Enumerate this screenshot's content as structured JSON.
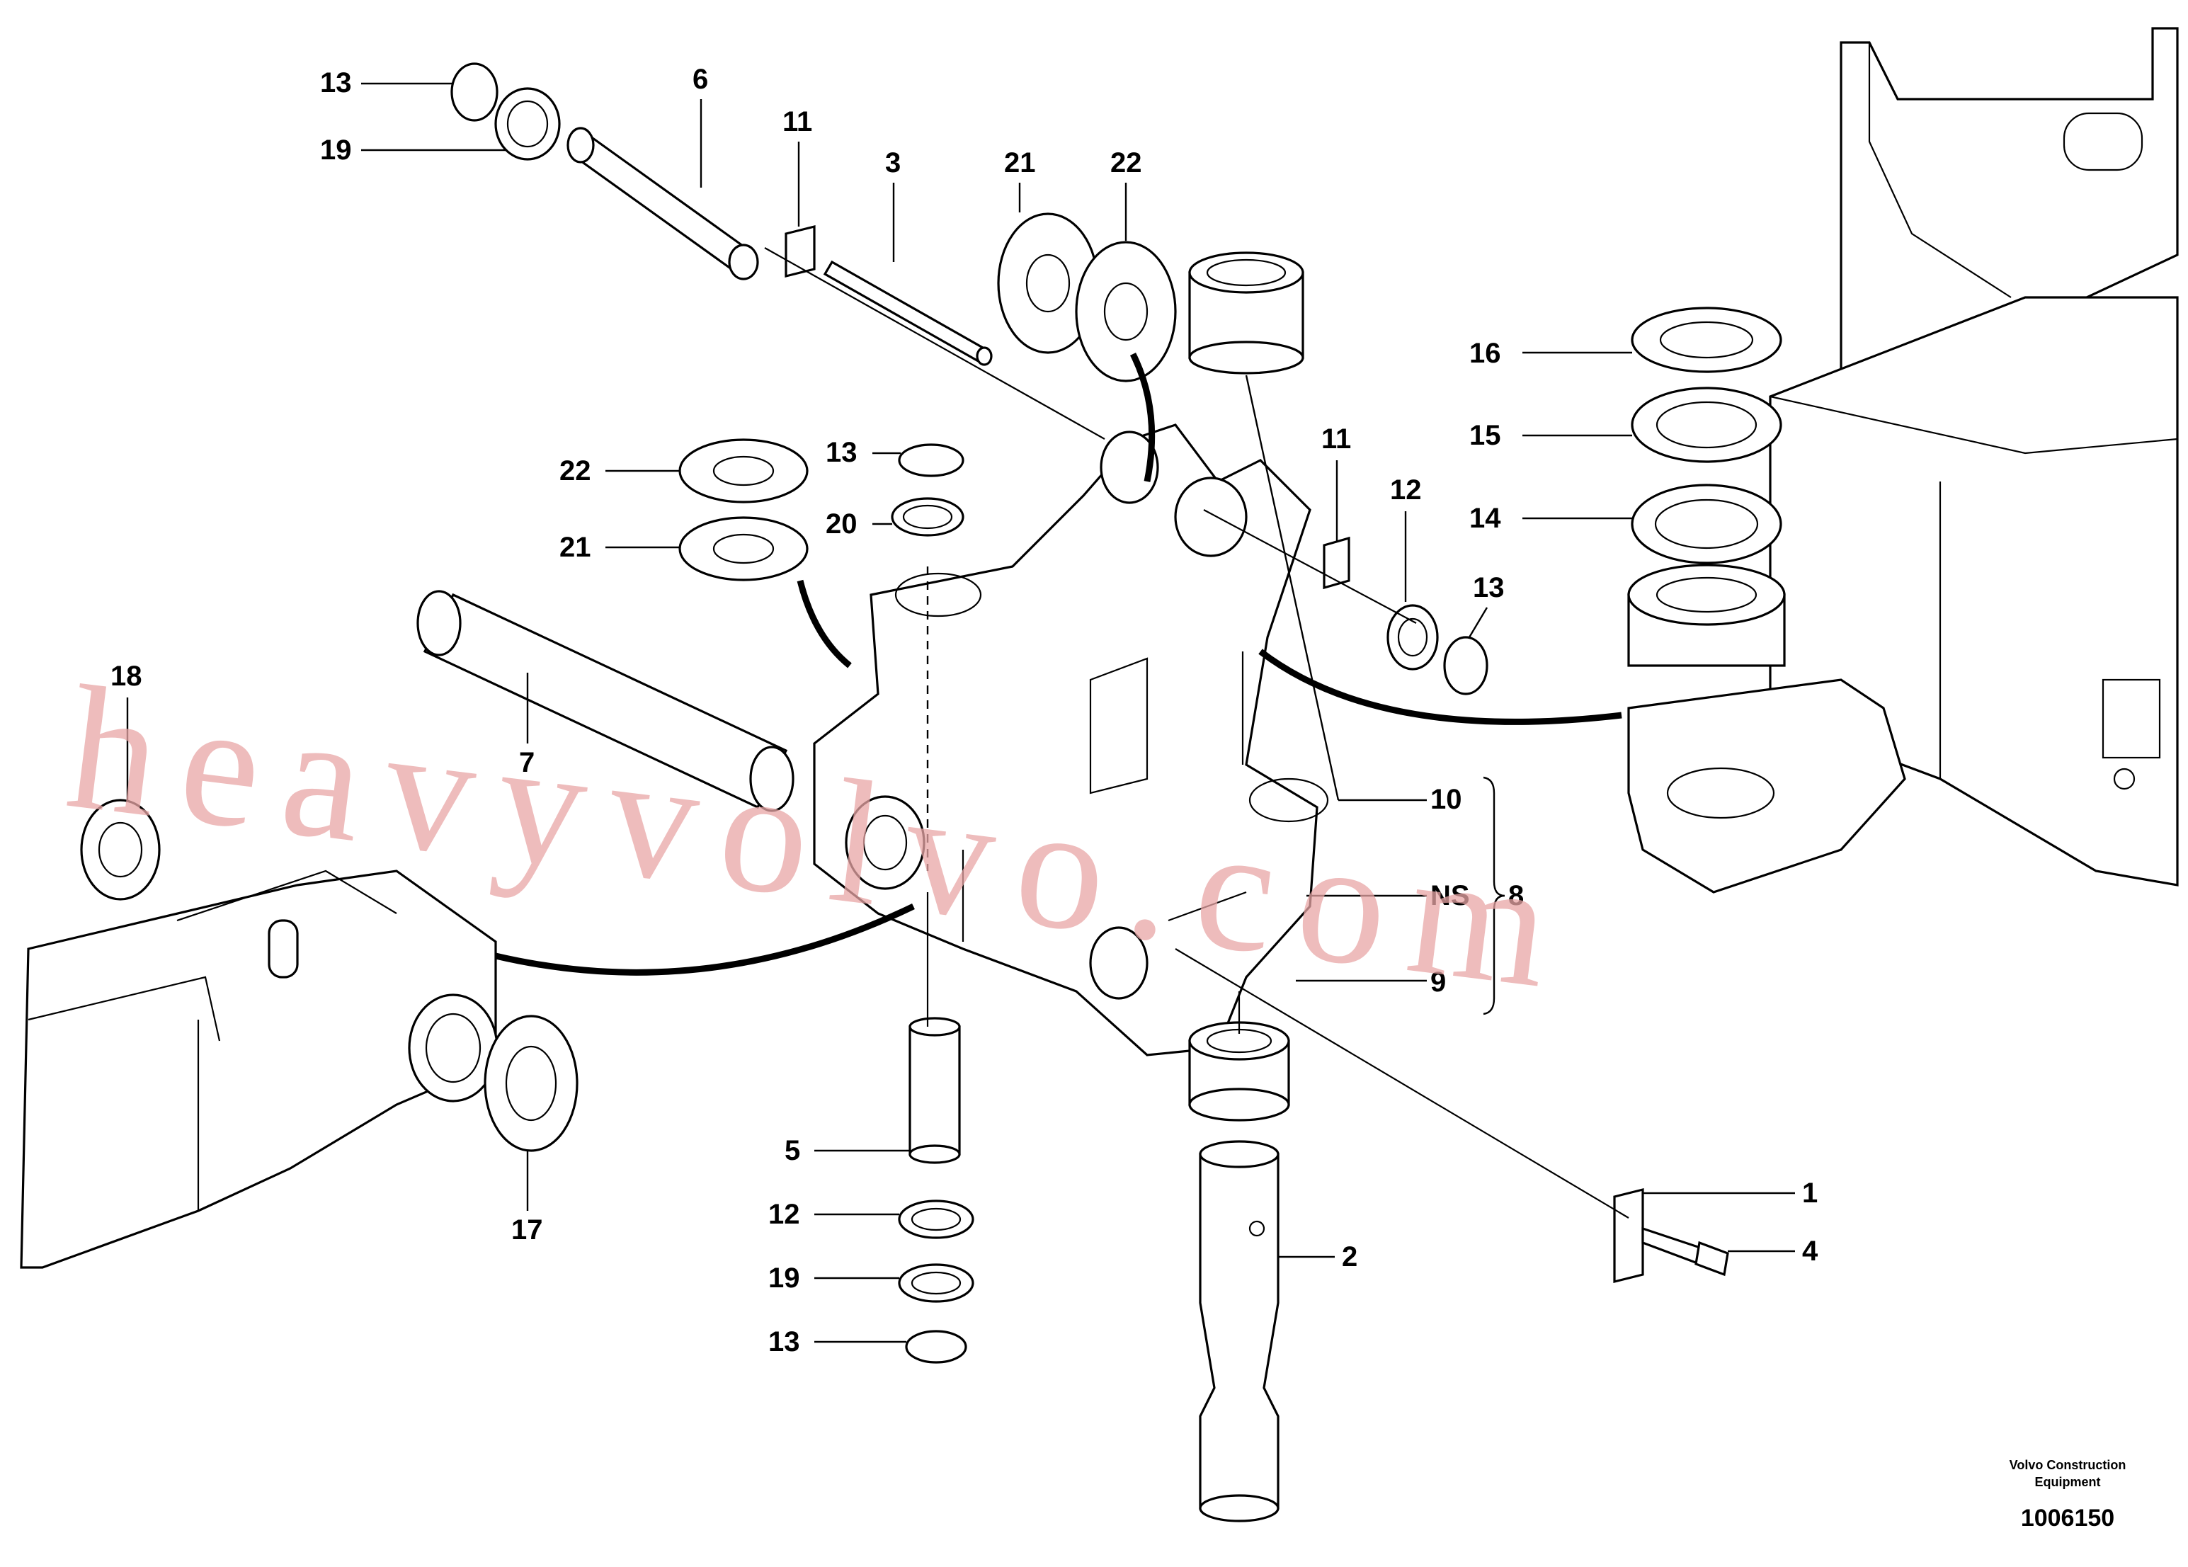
{
  "callouts": [
    {
      "id": "c13a",
      "text": "13"
    },
    {
      "id": "c19a",
      "text": "19"
    },
    {
      "id": "c6",
      "text": "6"
    },
    {
      "id": "c11a",
      "text": "11"
    },
    {
      "id": "c3",
      "text": "3"
    },
    {
      "id": "c21a",
      "text": "21"
    },
    {
      "id": "c22a",
      "text": "22"
    },
    {
      "id": "c22b",
      "text": "22"
    },
    {
      "id": "c21b",
      "text": "21"
    },
    {
      "id": "c13b",
      "text": "13"
    },
    {
      "id": "c20",
      "text": "20"
    },
    {
      "id": "c11b",
      "text": "11"
    },
    {
      "id": "c12a",
      "text": "12"
    },
    {
      "id": "c13c",
      "text": "13"
    },
    {
      "id": "c16",
      "text": "16"
    },
    {
      "id": "c15",
      "text": "15"
    },
    {
      "id": "c14",
      "text": "14"
    },
    {
      "id": "c18",
      "text": "18"
    },
    {
      "id": "c7",
      "text": "7"
    },
    {
      "id": "c10",
      "text": "10"
    },
    {
      "id": "cNS",
      "text": "NS"
    },
    {
      "id": "c8",
      "text": "8"
    },
    {
      "id": "c9",
      "text": "9"
    },
    {
      "id": "c17",
      "text": "17"
    },
    {
      "id": "c5",
      "text": "5"
    },
    {
      "id": "c12b",
      "text": "12"
    },
    {
      "id": "c19b",
      "text": "19"
    },
    {
      "id": "c13d",
      "text": "13"
    },
    {
      "id": "c2",
      "text": "2"
    },
    {
      "id": "c1",
      "text": "1"
    },
    {
      "id": "c4",
      "text": "4"
    }
  ],
  "publisher_line1": "Volvo Construction",
  "publisher_line2": "Equipment",
  "drawing_number": "1006150",
  "watermark": "heavyvolvo.com"
}
